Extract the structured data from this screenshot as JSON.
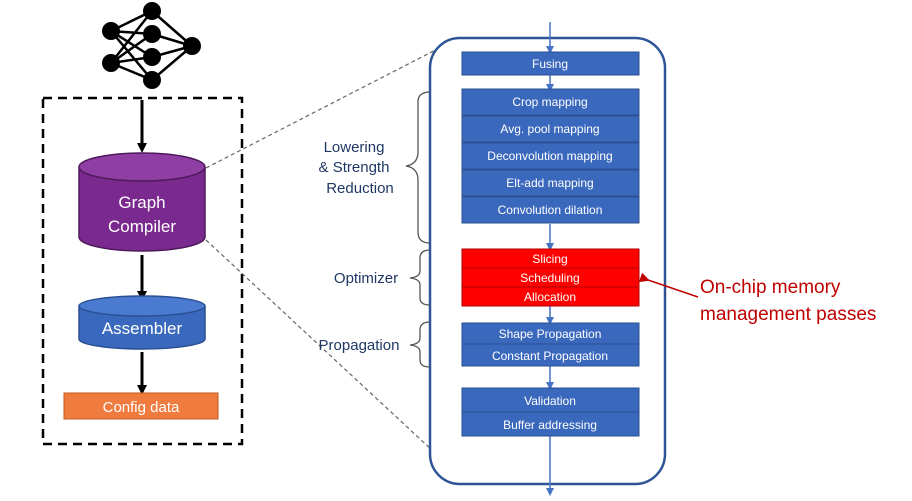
{
  "compiler_flow": {
    "graph_compiler_line1": "Graph",
    "graph_compiler_line2": "Compiler",
    "assembler": "Assembler",
    "config_data": "Config data"
  },
  "groups": {
    "lowering_line1": "Lowering",
    "lowering_line2": "& Strength",
    "lowering_line3": "Reduction",
    "optimizer": "Optimizer",
    "propagation": "Propagation"
  },
  "passes": {
    "fusing": "Fusing",
    "crop_mapping": "Crop mapping",
    "avg_pool_mapping": "Avg. pool mapping",
    "deconvolution_mapping": "Deconvolution mapping",
    "elt_add_mapping": "Elt-add mapping",
    "convolution_dilation": "Convolution dilation",
    "slicing": "Slicing",
    "scheduling": "Scheduling",
    "allocation": "Allocation",
    "shape_propagation": "Shape Propagation",
    "constant_propagation": "Constant Propagation",
    "validation": "Validation",
    "buffer_addressing": "Buffer addressing"
  },
  "annotation": {
    "line1": "On-chip memory",
    "line2": "management passes"
  },
  "colors": {
    "pass_blue": "#3a68bd",
    "pass_red": "#ff0000",
    "graph_compiler_purple": "#7a2a8e",
    "assembler_blue": "#3a68bd",
    "config_orange": "#f07b3f",
    "annotation_red": "#c00000",
    "panel_border": "#2f5597"
  },
  "icons": {
    "network": "neural-network-icon"
  }
}
